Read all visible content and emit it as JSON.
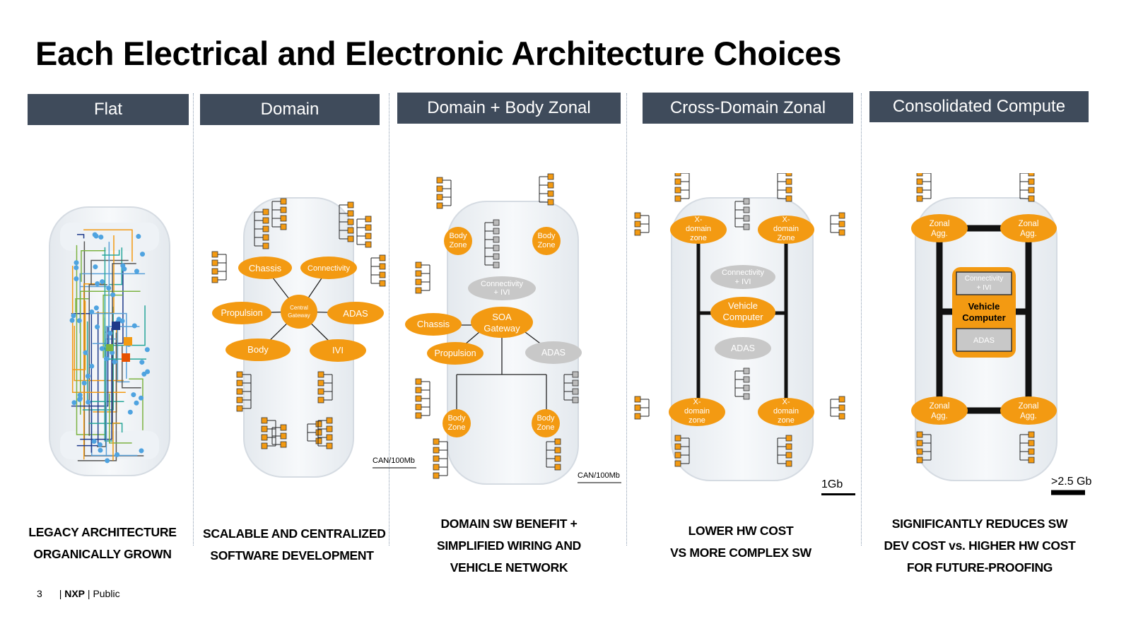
{
  "title": "Each Electrical and Electronic Architecture Choices",
  "columns": [
    {
      "header": "Flat",
      "caption": [
        "LEGACY ARCHITECTURE",
        "ORGANICALLY GROWN"
      ]
    },
    {
      "header": "Domain",
      "caption": [
        "SCALABLE AND CENTRALIZED",
        "SOFTWARE DEVELOPMENT"
      ],
      "nodes": [
        "Chassis",
        "Connectivity",
        "Propulsion",
        "Central Gateway",
        "ADAS",
        "Body",
        "IVI"
      ],
      "scale": "CAN/100Mb"
    },
    {
      "header": "Domain + Body Zonal",
      "caption": [
        "DOMAIN SW BENEFIT +",
        "SIMPLIFIED WIRING AND",
        "VEHICLE NETWORK"
      ],
      "nodes": [
        "Body Zone",
        "Body Zone",
        "Connectivity + IVI",
        "SOA Gateway",
        "Chassis",
        "Propulsion",
        "ADAS",
        "Body Zone",
        "Body Zone"
      ],
      "scale": "CAN/100Mb"
    },
    {
      "header": "Cross-Domain Zonal",
      "caption": [
        "LOWER HW COST",
        "VS MORE COMPLEX SW"
      ],
      "nodes": [
        "X-domain zone",
        "X-domain Zone",
        "Connectivity + IVI",
        "Vehicle Computer",
        "ADAS",
        "X-domain zone",
        "X-domain zone"
      ],
      "scale": "1Gb"
    },
    {
      "header": "Consolidated Compute",
      "caption": [
        "SIGNIFICANTLY REDUCES SW",
        "DEV COST vs. HIGHER HW COST",
        "FOR FUTURE-PROOFING"
      ],
      "nodes": [
        "Zonal Agg.",
        "Zonal Agg.",
        "Connectivity + IVI",
        "Vehicle Computer",
        "ADAS",
        "Zonal Agg.",
        "Zonal Agg."
      ],
      "scale": ">2.5 Gb"
    }
  ],
  "footer": {
    "page": "3",
    "brand": "NXP",
    "classification": "Public"
  },
  "colors": {
    "header_bg": "#3f4b5b",
    "accent_orange": "#f39a12",
    "gray_node": "#c8c8c8"
  }
}
